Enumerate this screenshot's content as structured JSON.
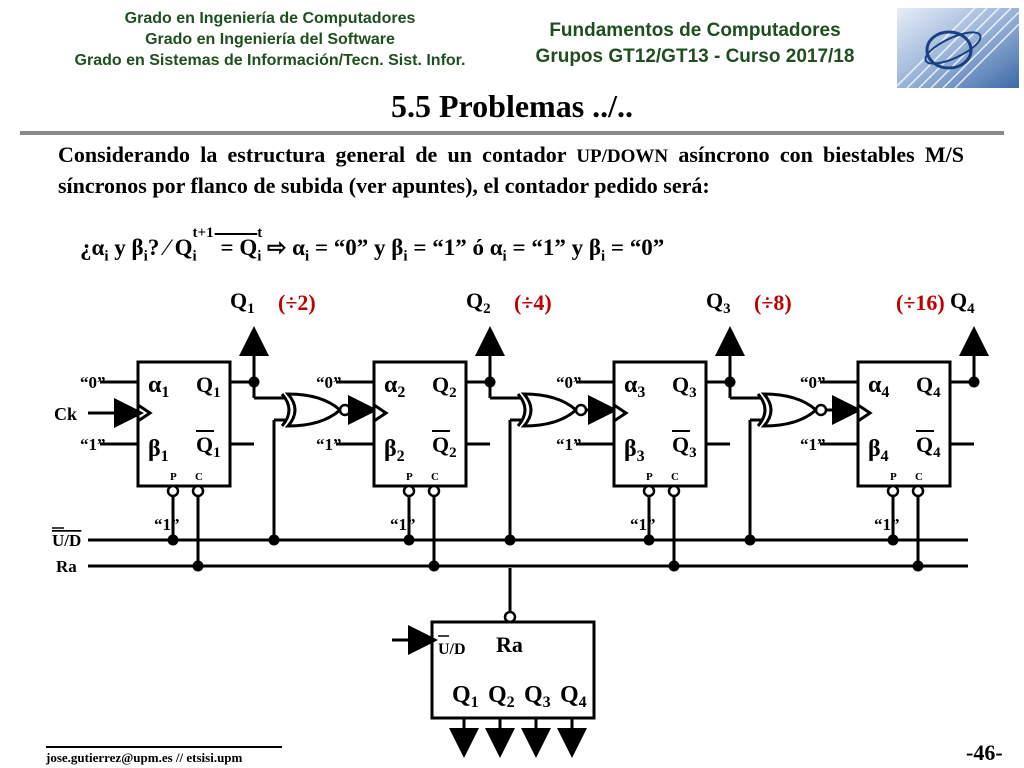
{
  "header": {
    "left_lines": [
      "Grado en Ingeniería de Computadores",
      "Grado en Ingeniería del Software",
      "Grado en Sistemas de Información/Tecn. Sist. Infor."
    ],
    "right_lines": [
      "Fundamentos de Computadores",
      "Grupos GT12/GT13 - Curso 2017/18"
    ]
  },
  "title": "5.5 Problemas ../..",
  "intro": {
    "part1": "Considerando la estructura general de un contador",
    "updown": "UP/DOWN",
    "part2": "asíncrono con biestables M/S síncronos por flanco de subida (ver apuntes), el contador pedido será:"
  },
  "formula": {
    "q_open": "¿α",
    "q_i": "i",
    "q_y": " y β",
    "q_i2": "i",
    "q_close": "?  ⁄  Q",
    "sup_t1": "t+1",
    "sub_i": "i",
    "eq": " = Q",
    "sup_t": "t",
    "sub_i2": "i",
    "arrow": "  ⇨  ",
    "opt1": "α",
    "opt1_i": "i",
    "opt1_val": " = “0” y β",
    "opt1_i2": "i",
    "opt1_val2": " = “1”",
    "or": "   ó   ",
    "opt2": "α",
    "opt2_i": "i",
    "opt2_val": " = “1” y β",
    "opt2_i2": "i",
    "opt2_val2": " = “0”"
  },
  "circuit": {
    "outputs": [
      {
        "q": "Q",
        "n": "1",
        "div": "(÷2)"
      },
      {
        "q": "Q",
        "n": "2",
        "div": "(÷4)"
      },
      {
        "q": "Q",
        "n": "3",
        "div": "(÷8)"
      },
      {
        "q": "Q",
        "n": "4",
        "div": "(÷16)"
      }
    ],
    "ff_labels": {
      "alpha": "α",
      "beta": "β",
      "q": "Q",
      "p": "P",
      "c": "C",
      "zero": "“0”",
      "one": "“1”"
    },
    "signals": {
      "ck": "Ck",
      "ud": "U/D",
      "ra": "Ra"
    },
    "bottom_block": {
      "title": "Ra",
      "ud": "U/D",
      "outputs": [
        "Q1",
        "Q2",
        "Q3",
        "Q4"
      ]
    },
    "accent_color": "#c00000"
  },
  "footer": {
    "email": "jose.gutierrez@upm.es // etsisi.upm",
    "page": "-46-"
  }
}
